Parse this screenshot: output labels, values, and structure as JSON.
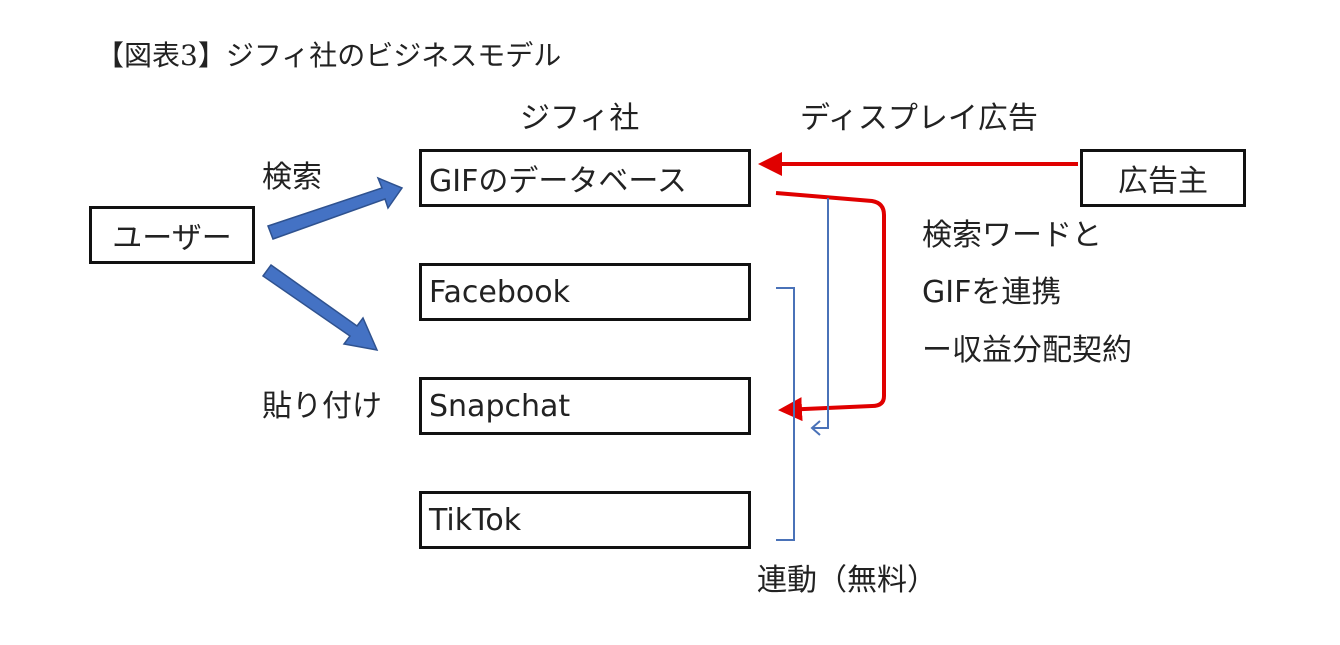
{
  "title": "【図表3】ジフィ社のビジネスモデル",
  "labels": {
    "giphy_company": "ジフィ社",
    "display_ads": "ディスプレイ広告",
    "search": "検索",
    "paste": "貼り付け",
    "link_free": "連動（無料）",
    "contract_line1": "検索ワードと",
    "contract_line2": "GIFを連携",
    "contract_line3": "ー収益分配契約"
  },
  "nodes": {
    "user": "ユーザー",
    "gif_db": "GIFのデータベース",
    "facebook": "Facebook",
    "snapchat": "Snapchat",
    "tiktok": "TikTok",
    "advertiser": "広告主"
  },
  "colors": {
    "blue_arrow_fill": "#4472C4",
    "blue_arrow_stroke": "#2F528F",
    "red_arrow": "#E00000",
    "bracket_blue": "#4A72B8"
  }
}
